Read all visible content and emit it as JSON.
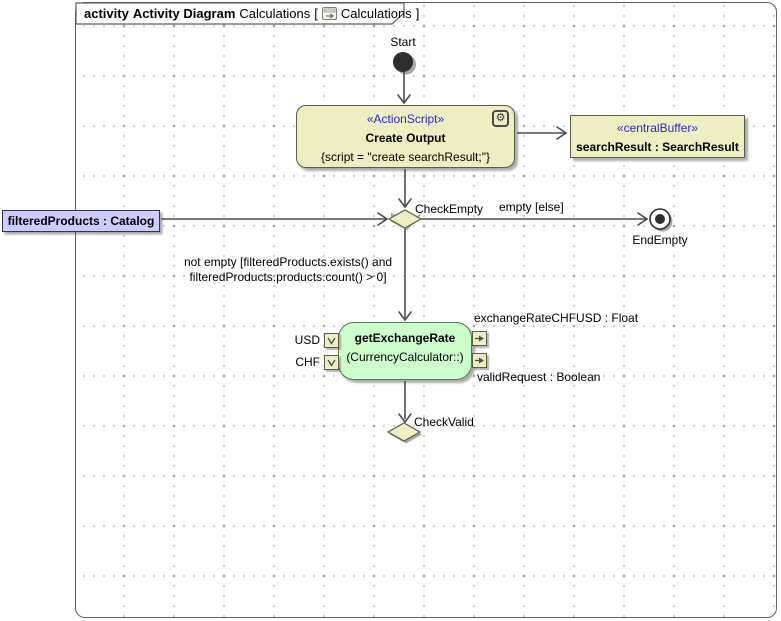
{
  "colors": {
    "beige_fill": "#eeeec2",
    "green_fill": "#ccffcc",
    "param_fill": "#ccccff",
    "stereotype_text": "#2a2ad4",
    "edge_color": "#4d4d4d",
    "node_border": "#5e5e48",
    "green_border": "#4e7d4e"
  },
  "frame_title": {
    "keyword": "activity",
    "diagram_type": "Activity Diagram",
    "diagram_name": "Calculations",
    "bracket_open": "[",
    "ref_name": "Calculations",
    "bracket_close": "]"
  },
  "nodes": {
    "start": {
      "label": "Start"
    },
    "create_output": {
      "stereotype": "«ActionScript»",
      "name": "Create Output",
      "body": "{script = \"create searchResult;\"}"
    },
    "central_buffer": {
      "stereotype": "«centralBuffer»",
      "name": "searchResult : SearchResult"
    },
    "check_empty": {
      "label": "CheckEmpty"
    },
    "end_empty": {
      "label": "EndEmpty"
    },
    "filtered_products_param": {
      "label": "filteredProducts : Catalog"
    },
    "get_exchange_rate": {
      "name": "getExchangeRate",
      "behavior": "(CurrencyCalculator::)",
      "pins": {
        "input_usd": "USD",
        "input_chf": "CHF",
        "output_exchange_rate": "exchangeRateCHFUSD : Float",
        "output_valid_request": "validRequest : Boolean"
      }
    },
    "check_valid": {
      "label": "CheckValid"
    }
  },
  "edges": {
    "empty_guard": "empty [else]",
    "not_empty_guard": {
      "line1": "not empty [filteredProducts.exists() and",
      "line2": "filteredProducts.products.count() > 0]"
    }
  }
}
